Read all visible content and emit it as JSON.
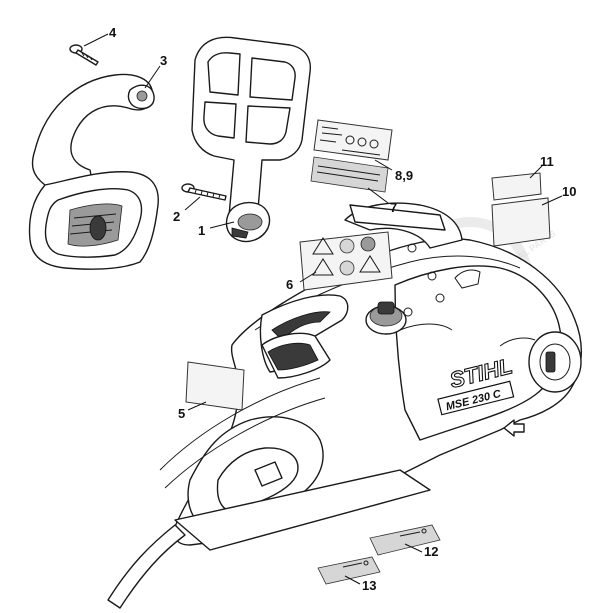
{
  "diagram": {
    "kind": "exploded-parts-view",
    "callouts": [
      {
        "id": "c4",
        "label": "4"
      },
      {
        "id": "c3",
        "label": "3"
      },
      {
        "id": "c2",
        "label": "2"
      },
      {
        "id": "c1",
        "label": "1"
      },
      {
        "id": "c89",
        "label": "8,9"
      },
      {
        "id": "c7",
        "label": "7"
      },
      {
        "id": "c11",
        "label": "11"
      },
      {
        "id": "c10",
        "label": "10"
      },
      {
        "id": "c6",
        "label": "6"
      },
      {
        "id": "c5",
        "label": "5"
      },
      {
        "id": "c12",
        "label": "12"
      },
      {
        "id": "c13",
        "label": "13"
      }
    ],
    "brand_logo_text": "STIHL",
    "model_badge_text": "MSE 230 C",
    "watermark_text": "USE GENUINE ORIGINAL PARTS"
  }
}
